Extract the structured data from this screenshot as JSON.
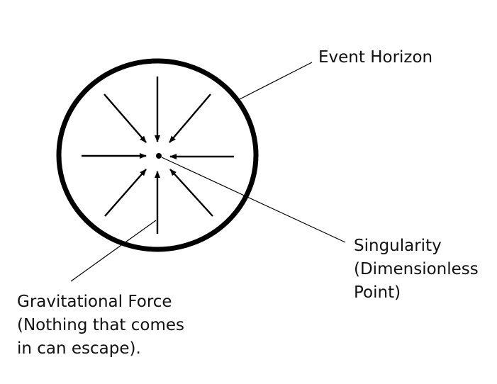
{
  "diagram": {
    "title": "",
    "colors": {
      "stroke": "#000000",
      "background": "#ffffff",
      "text": "#111111"
    },
    "arrow_directions": [
      "from-top",
      "from-top-right",
      "from-right",
      "from-bottom-right",
      "from-bottom",
      "from-bottom-left",
      "from-left",
      "from-top-left"
    ],
    "labels": {
      "event_horizon": "Event Horizon",
      "singularity": {
        "line1": "Singularity",
        "line2": "(Dimensionless",
        "line3": "Point)"
      },
      "gravitational_force": {
        "line1": "Gravitational Force",
        "line2": "(Nothing that comes",
        "line3": "in can escape)."
      }
    }
  }
}
